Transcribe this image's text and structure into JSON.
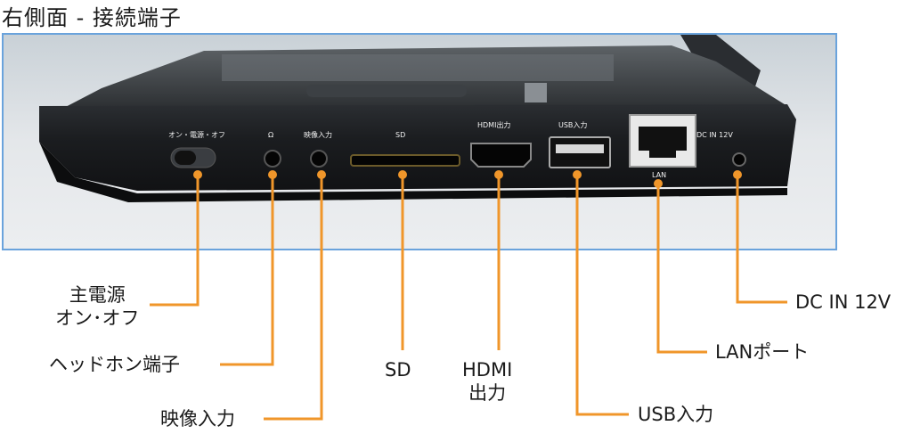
{
  "title": "右側面 - 接続端子",
  "photo_port_labels": {
    "power": "オン・電源・オフ",
    "headphone": "Ω",
    "video_in": "映像入力",
    "sd": "SD",
    "hdmi": "HDMI出力",
    "usb": "USB入力",
    "lan": "LAN",
    "dc": "DC IN 12V"
  },
  "callouts": {
    "power_line1": "主電源",
    "power_line2": "オン･オフ",
    "headphone": "ヘッドホン端子",
    "video_in": "映像入力",
    "sd": "SD",
    "hdmi_line1": "HDMI",
    "hdmi_line2": "出力",
    "usb": "USB入力",
    "lan": "LANポート",
    "dc": "DC IN 12V"
  },
  "colors": {
    "leader": "#f0962a",
    "frame": "#6aa3dc",
    "device": "#1d1f22"
  }
}
